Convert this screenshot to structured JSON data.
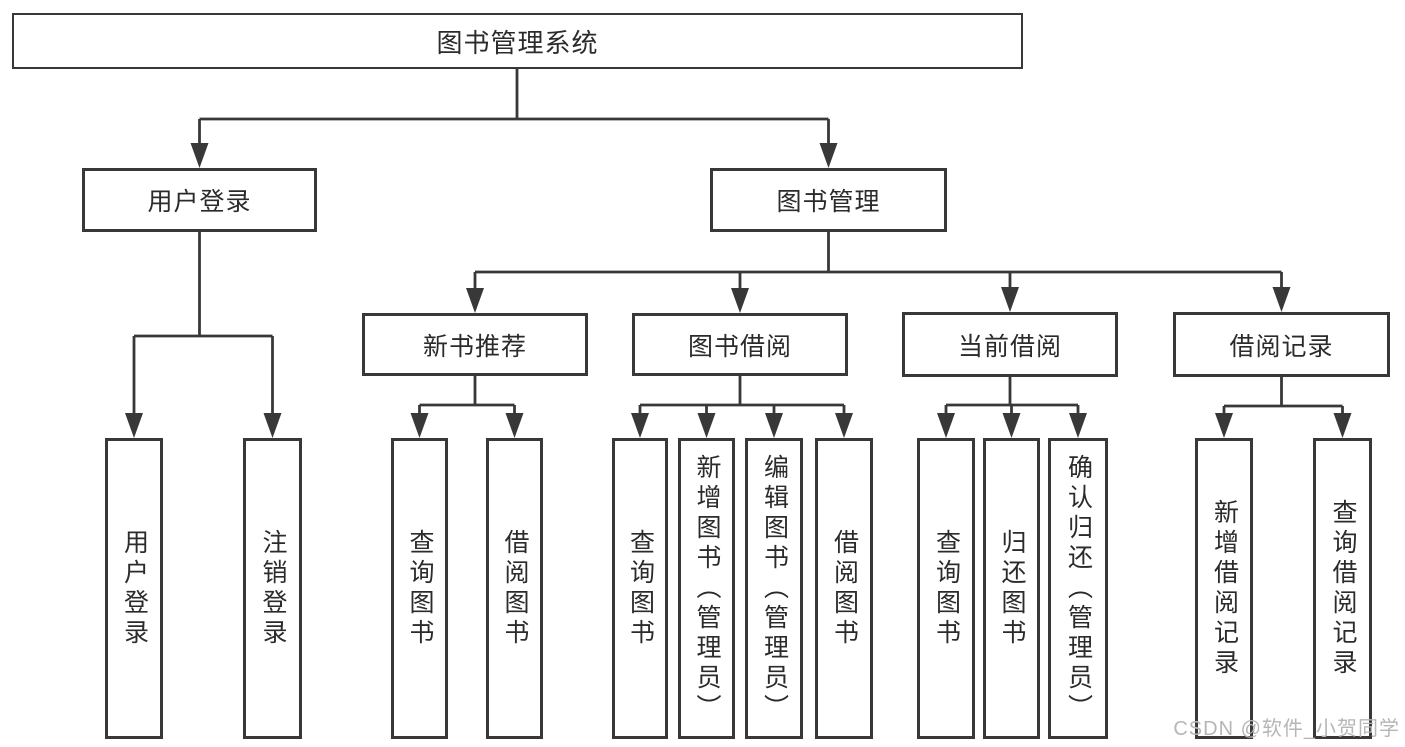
{
  "tree": {
    "label": "图书管理系统",
    "children": [
      {
        "label": "用户登录",
        "children": [
          {
            "label": "用户登录"
          },
          {
            "label": "注销登录"
          }
        ]
      },
      {
        "label": "图书管理",
        "children": [
          {
            "label": "新书推荐",
            "children": [
              {
                "label": "查询图书"
              },
              {
                "label": "借阅图书"
              }
            ]
          },
          {
            "label": "图书借阅",
            "children": [
              {
                "label": "查询图书"
              },
              {
                "label": "新增图书（管理员）"
              },
              {
                "label": "编辑图书（管理员）"
              },
              {
                "label": "借阅图书"
              }
            ]
          },
          {
            "label": "当前借阅",
            "children": [
              {
                "label": "查询图书"
              },
              {
                "label": "归还图书"
              },
              {
                "label": "确认归还（管理员）"
              }
            ]
          },
          {
            "label": "借阅记录",
            "children": [
              {
                "label": "新增借阅记录"
              },
              {
                "label": "查询借阅记录"
              }
            ]
          }
        ]
      }
    ]
  },
  "watermark": {
    "text": "CSDN @软件_小贺同学",
    "color": "#b6b6b6"
  },
  "colors": {
    "background": "#ffffff",
    "line": "#383838",
    "box_border": "#383838",
    "box_fill": "#ffffff",
    "label_text": "#2b2b2b"
  }
}
